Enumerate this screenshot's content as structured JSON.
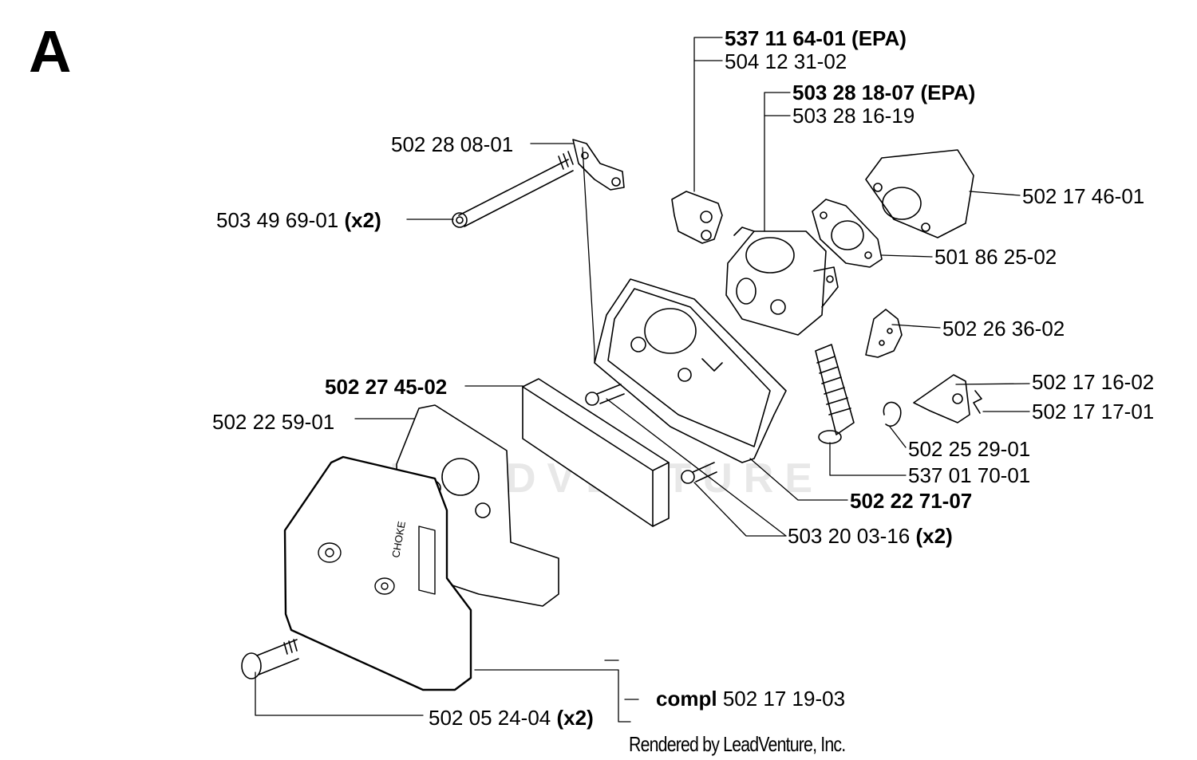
{
  "section_letter": "A",
  "watermark": "LEADVENTURE",
  "footer": "Rendered by LeadVenture, Inc.",
  "callouts": {
    "c1": {
      "num": "537 11 64-01",
      "sfx": " (EPA)"
    },
    "c2": {
      "num": "504 12 31-02"
    },
    "c3": {
      "num": "503 28 18-07",
      "sfx": " (EPA)"
    },
    "c4": {
      "num": "503 28 16-19"
    },
    "c5": {
      "num": "502 28 08-01"
    },
    "c6": {
      "num": "503 49 69-01",
      "qty": "(x2)"
    },
    "c7": {
      "num": "502 17 46-01"
    },
    "c8": {
      "num": "501 86 25-02"
    },
    "c9": {
      "num": "502 26 36-02"
    },
    "c10": {
      "num": "502 27 45-02"
    },
    "c11": {
      "num": "502 22 59-01"
    },
    "c12": {
      "num": "502 17 16-02"
    },
    "c13": {
      "num": "502 17 17-01"
    },
    "c14": {
      "num": "502 25 29-01"
    },
    "c15": {
      "num": "537 01 70-01"
    },
    "c16": {
      "num": "502 22 71-07"
    },
    "c17": {
      "num": "503 20 03-16",
      "qty": "(x2)"
    },
    "c18": {
      "prefix": "compl",
      "num": "502 17 19-03"
    },
    "c19": {
      "num": "502 05 24-04",
      "qty": "(x2)"
    }
  },
  "parts": {
    "choke_label": "CHOKE"
  }
}
